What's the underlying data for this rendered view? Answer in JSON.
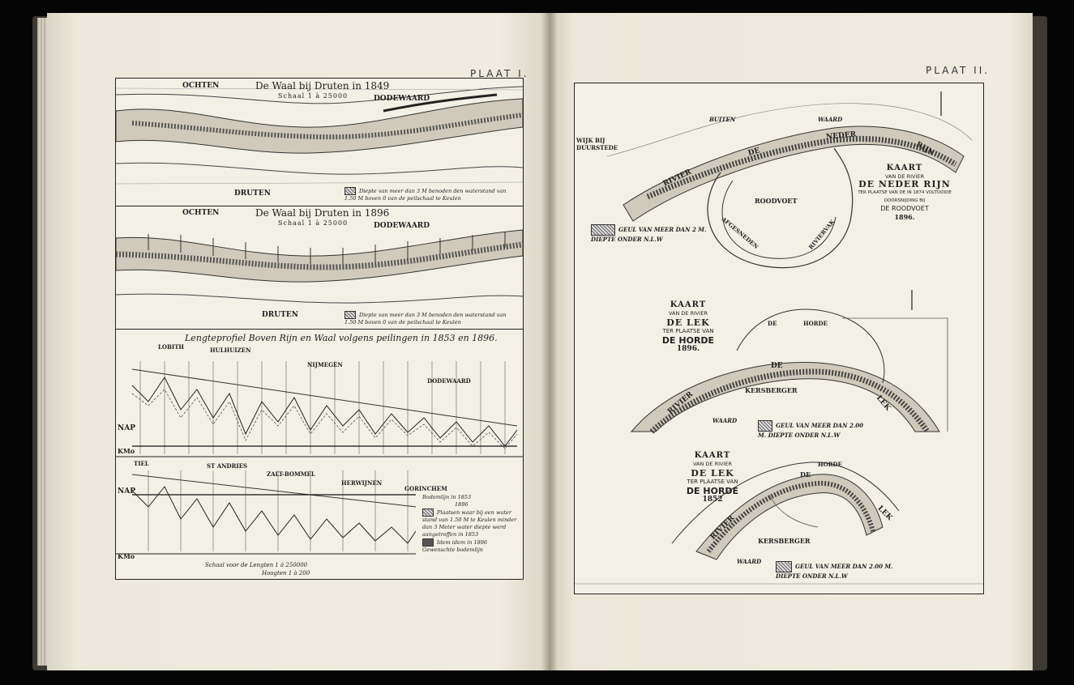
{
  "left_page": {
    "plate_label": "PLAAT I.",
    "map_1849": {
      "title": "De Waal bij Druten in 1849",
      "scale": "Schaal 1 à 25000",
      "places": [
        "OCHTEN",
        "DODEWAARD",
        "DRUTEN"
      ],
      "legend": "Diepte van meer dan 3 M benoden den waterstand van 1.50 M boven 0 van de peilschaal te Keulen"
    },
    "map_1896": {
      "title": "De Waal bij Druten in 1896",
      "scale": "Schaal 1 à 25000",
      "places": [
        "OCHTEN",
        "DODEWAARD",
        "DRUTEN"
      ],
      "legend": "Diepte van meer dan 3 M benoden den waterstand van 1.50 M boven 0 van de peilschaal te Keulen"
    },
    "profile": {
      "title": "Lengteprofiel Boven Rijn en Waal volgens peilingen in 1853 en 1896.",
      "upper_places": [
        "LOBITH",
        "HULHUIZEN",
        "NIJMEGEN",
        "DODEWAARD"
      ],
      "lower_places": [
        "TIEL",
        "ST ANDRIES",
        "ZALT-BOMMEL",
        "HERWIJNEN",
        "GORINCHEM"
      ],
      "nap_label": "NAP",
      "km_label": "KMo",
      "legend_items": [
        "Bodemlijn in 1853",
        "1896",
        "Plaatsen waar bij een water stand van 1.50 M te Keulen minder dan 3 Meter water diepte werd aangetroffen in 1853",
        "Idem idem in 1896",
        "Gewenschte bodemlijn"
      ],
      "scale_lines": [
        "Schaal voor de Lengten 1 à 250000",
        "Hoogten 1 à 200"
      ]
    }
  },
  "right_page": {
    "plate_label": "PLAAT II.",
    "map_roodvoet": {
      "title_lines": [
        "KAART",
        "VAN DE RIVIER",
        "DE NEDER RIJN",
        "TER PLAATSE VAN DE IN 1874 VOLTOOIDE",
        "DOORSNIJDING BIJ",
        "DE ROODVOET",
        "1896."
      ],
      "places": [
        "BUITEN",
        "WAARD",
        "WIJK BIJ DUURSTEDE",
        "RIVIER",
        "DE",
        "NEDER",
        "RIJN",
        "ROODVOET",
        "AFGESNEDEN",
        "RIVIERVAK"
      ],
      "legend": "GEUL VAN MEER DAN 2 M. DIEPTE ONDER N.L.W"
    },
    "map_horde_1896": {
      "title_lines": [
        "KAART",
        "VAN DE RIVIER",
        "DE LEK",
        "TER PLAATSE VAN",
        "DE HORDE",
        "1896."
      ],
      "places": [
        "DE",
        "HORDE",
        "DE",
        "KERSBERGER",
        "RIVIER",
        "WAARD",
        "LEK"
      ],
      "legend": "GEUL VAN MEER DAN 2.00 M. DIEPTE ONDER N.L.W"
    },
    "map_horde_1852": {
      "title_lines": [
        "KAART",
        "VAN DE RIVIER",
        "DE LEK",
        "TER PLAATSE VAN",
        "DE HORDE",
        "1852"
      ],
      "places": [
        "DE",
        "HORDE",
        "RIVIER",
        "KERSBERGER",
        "WAARD",
        "LEK"
      ],
      "legend": "GEUL VAN MEER DAN 2.00 M. DIEPTE ONDER N.L.W"
    }
  }
}
